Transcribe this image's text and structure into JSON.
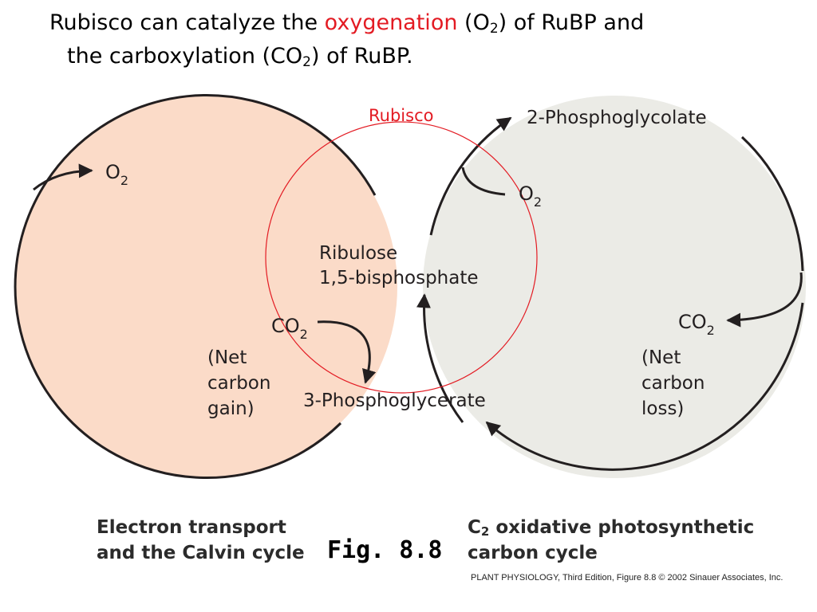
{
  "title": {
    "p1": "Rubisco can catalyze the ",
    "highlight": "oxygenation",
    "p2": " (O",
    "p2_sub": "2",
    "p3": ") of RuBP and",
    "l2a": "the carboxylation (CO",
    "l2_sub": "2",
    "l2b": ") of RuBP."
  },
  "diagram": {
    "rubisco_label": "Rubisco",
    "left_o2": "O",
    "left_o2_sub": "2",
    "right_o2": "O",
    "right_o2_sub": "2",
    "phosphoglycolate": "2-Phosphoglycolate",
    "rubp_line1": "Ribulose",
    "rubp_line2": "1,5-bisphosphate",
    "left_co2": "CO",
    "left_co2_sub": "2",
    "right_co2": "CO",
    "right_co2_sub": "2",
    "phosphoglycerate": "3-Phosphoglycerate",
    "net_gain": [
      "(Net",
      "carbon",
      "gain)"
    ],
    "net_loss": [
      "(Net",
      "carbon",
      "loss)"
    ]
  },
  "captions": {
    "left_line1": "Electron transport",
    "left_line2": "and the Calvin cycle",
    "right_c": "C",
    "right_c_sub": "2",
    "right_line1_rest": " oxidative photosynthetic",
    "right_line2": "carbon cycle",
    "fig": "Fig. 8.8",
    "credit": "PLANT PHYSIOLOGY, Third Edition, Figure 8.8  © 2002 Sinauer Associates, Inc."
  },
  "colors": {
    "left_cycle_fill": "#fbdbc8",
    "right_cycle_fill": "#ebebe6",
    "rubisco_red": "#e31b23",
    "arrow": "#231f20"
  }
}
